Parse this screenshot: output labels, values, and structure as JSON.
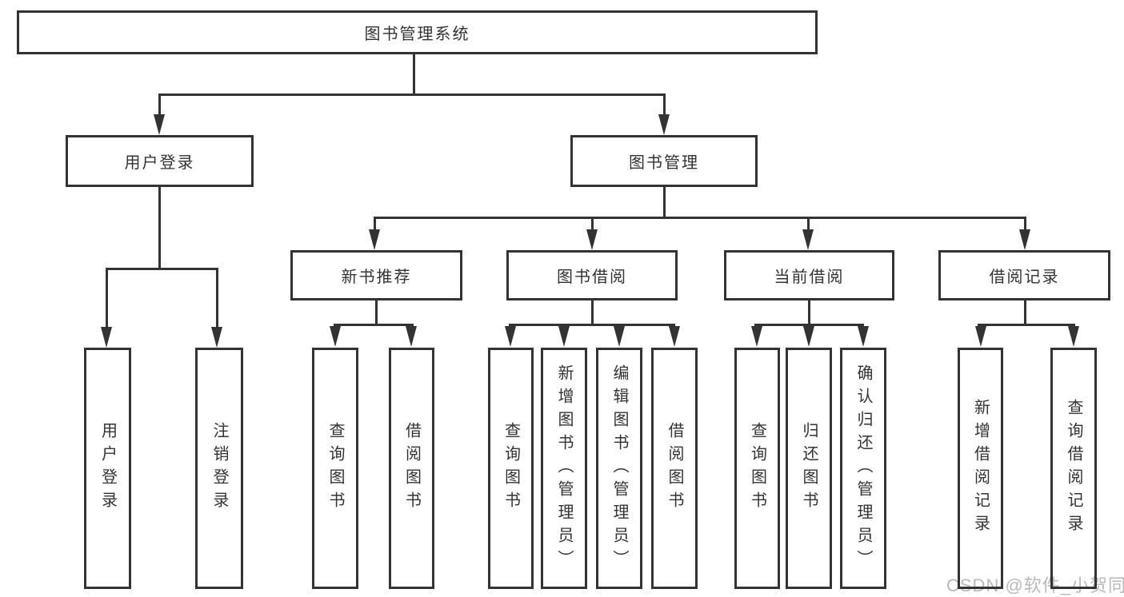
{
  "diagram": {
    "root": {
      "label": "图书管理系统"
    },
    "branches": {
      "user_login": {
        "label": "用户登录",
        "children": [
          {
            "label": "用户登录"
          },
          {
            "label": "注销登录"
          }
        ]
      },
      "book_mgmt": {
        "label": "图书管理",
        "children": [
          {
            "label": "新书推荐",
            "children": [
              {
                "label": "查询图书"
              },
              {
                "label": "借阅图书"
              }
            ]
          },
          {
            "label": "图书借阅",
            "children": [
              {
                "label": "查询图书"
              },
              {
                "label": "新增图书（管理员）"
              },
              {
                "label": "编辑图书（管理员）"
              },
              {
                "label": "借阅图书"
              }
            ]
          },
          {
            "label": "当前借阅",
            "children": [
              {
                "label": "查询图书"
              },
              {
                "label": "归还图书"
              },
              {
                "label": "确认归还（管理员）"
              }
            ]
          },
          {
            "label": "借阅记录",
            "children": [
              {
                "label": "新增借阅记录"
              },
              {
                "label": "查询借阅记录"
              }
            ]
          }
        ]
      }
    },
    "watermark": "CSDN @软件_小贺同学",
    "colors": {
      "line": "#333333",
      "text": "#333333",
      "background": "#ffffff",
      "watermark": "#b9b9b9"
    }
  }
}
